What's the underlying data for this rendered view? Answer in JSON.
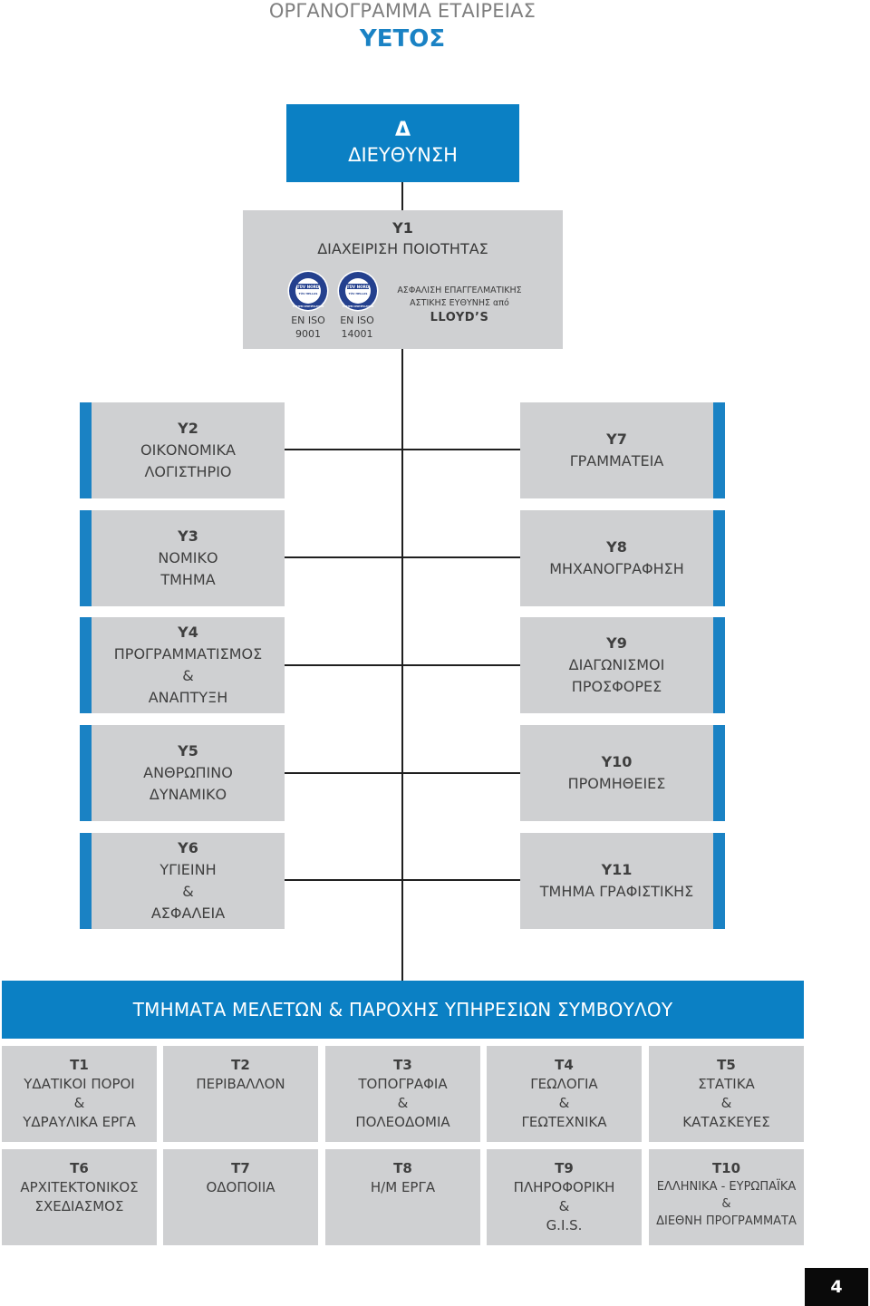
{
  "header": {
    "title": "ΟΡΓΑΝΟΓΡΑΜΜΑ ΕΤΑΙΡΕΙΑΣ",
    "company": "ΥΕΤΟΣ"
  },
  "management": {
    "code": "Δ",
    "name": "ΔΙΕΥΘΥΝΣΗ"
  },
  "quality": {
    "code": "Υ1",
    "name": "ΔΙΑΧΕΙΡΙΣΗ ΠΟΙΟΤΗΤΑΣ",
    "badges": [
      {
        "icon": "tuv-certification-badge-icon",
        "text_top": "TÜV NORD",
        "text_mid": "TÜV HELLAS",
        "text_bottom": "SYSTEM CERTIFICATION",
        "caption": [
          "EN ISO",
          "9001"
        ]
      },
      {
        "icon": "tuv-certification-badge-icon",
        "text_top": "TÜV NORD",
        "text_mid": "TÜV HELLAS",
        "text_bottom": "SYSTEM CERTIFICATION",
        "caption": [
          "EN ISO",
          "14001"
        ]
      }
    ],
    "insurance": {
      "line1": "ΑΣΦΑΛΙΣΗ ΕΠΑΓΓΕΛΜΑΤΙΚΗΣ",
      "line2": "ΑΣΤΙΚΗΣ ΕΥΘΥΝΗΣ από",
      "brand": "LLOYD’S"
    }
  },
  "units": {
    "y2": {
      "code": "Υ2",
      "lines": [
        "ΟΙΚΟΝΟΜΙΚΑ",
        "ΛΟΓΙΣΤΗΡΙΟ"
      ]
    },
    "y3": {
      "code": "Υ3",
      "lines": [
        "ΝΟΜΙΚΟ",
        "ΤΜΗΜΑ"
      ]
    },
    "y4": {
      "code": "Υ4",
      "lines": [
        "ΠΡΟΓΡΑΜΜΑΤΙΣΜΟΣ",
        "&",
        "ΑΝΑΠΤΥΞΗ"
      ]
    },
    "y5": {
      "code": "Υ5",
      "lines": [
        "ΑΝΘΡΩΠΙΝΟ",
        "ΔΥΝΑΜΙΚΟ"
      ]
    },
    "y6": {
      "code": "Υ6",
      "lines": [
        "ΥΓΙΕΙΝΗ",
        "&",
        "ΑΣΦΑΛΕΙΑ"
      ]
    },
    "y7": {
      "code": "Υ7",
      "lines": [
        "ΓΡΑΜΜΑΤΕΙΑ"
      ]
    },
    "y8": {
      "code": "Υ8",
      "lines": [
        "ΜΗΧΑΝΟΓΡΑΦΗΣΗ"
      ]
    },
    "y9": {
      "code": "Υ9",
      "lines": [
        "ΔΙΑΓΩΝΙΣΜΟΙ",
        "ΠΡΟΣΦΟΡΕΣ"
      ]
    },
    "y10": {
      "code": "Υ10",
      "lines": [
        "ΠΡΟΜΗΘΕΙΕΣ"
      ]
    },
    "y11": {
      "code": "Υ11",
      "lines": [
        "ΤΜΗΜΑ ΓΡΑΦΙΣΤΙΚΗΣ"
      ]
    }
  },
  "studies": {
    "banner": "ΤΜΗΜΑΤΑ ΜΕΛΕΤΩΝ & ΠΑΡΟΧΗΣ ΥΠΗΡΕΣΙΩΝ ΣΥΜΒΟΥΛΟΥ",
    "departments": {
      "t1": {
        "code": "Τ1",
        "lines": [
          "ΥΔΑΤΙΚΟΙ ΠΟΡΟΙ",
          "&",
          "ΥΔΡΑΥΛΙΚΑ ΕΡΓΑ"
        ]
      },
      "t2": {
        "code": "Τ2",
        "lines": [
          "ΠΕΡΙΒΑΛΛΟΝ"
        ]
      },
      "t3": {
        "code": "Τ3",
        "lines": [
          "ΤΟΠΟΓΡΑΦΙΑ",
          "&",
          "ΠΟΛΕΟΔΟΜΙΑ"
        ]
      },
      "t4": {
        "code": "Τ4",
        "lines": [
          "ΓΕΩΛΟΓΙΑ",
          "&",
          "ΓΕΩΤΕΧΝΙΚΑ"
        ]
      },
      "t5": {
        "code": "Τ5",
        "lines": [
          "ΣΤΑΤΙΚΑ",
          "&",
          "ΚΑΤΑΣΚΕΥΕΣ"
        ]
      },
      "t6": {
        "code": "Τ6",
        "lines": [
          "ΑΡΧΙΤΕΚΤΟΝΙΚΟΣ",
          "ΣΧΕΔΙΑΣΜΟΣ"
        ]
      },
      "t7": {
        "code": "Τ7",
        "lines": [
          "ΟΔΟΠΟΙΙΑ"
        ]
      },
      "t8": {
        "code": "Τ8",
        "lines": [
          "Η/Μ ΕΡΓΑ"
        ]
      },
      "t9": {
        "code": "Τ9",
        "lines": [
          "ΠΛΗΡΟΦΟΡΙΚΗ",
          "&",
          "G.I.S."
        ]
      },
      "t10": {
        "code": "Τ10",
        "lines": [
          "ΕΛΛΗΝΙΚΑ - ΕΥΡΩΠΑΪΚΑ",
          "&",
          "ΔΙΕΘΝΗ ΠΡΟΓΡΑΜΜΑΤΑ"
        ]
      }
    }
  },
  "page_number": "4",
  "colors": {
    "accent_blue": "#0b80c4",
    "box_gray": "#cfd0d2",
    "connector": "#1f1f1f",
    "title_gray": "#7f7f7f"
  }
}
